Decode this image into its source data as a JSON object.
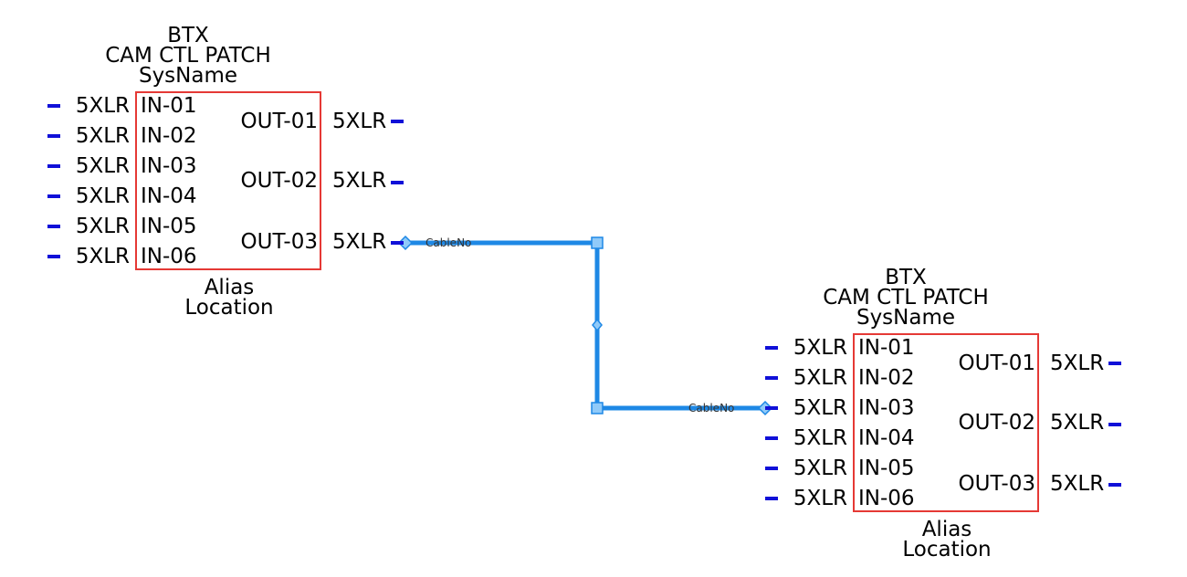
{
  "devices": [
    {
      "id": "device-1",
      "brand": "BTX",
      "model": "CAM CTL PATCH",
      "sysname": "SysName",
      "alias": "Alias",
      "location": "Location",
      "inputs": [
        {
          "label": "IN-01",
          "connector": "5XLR"
        },
        {
          "label": "IN-02",
          "connector": "5XLR"
        },
        {
          "label": "IN-03",
          "connector": "5XLR"
        },
        {
          "label": "IN-04",
          "connector": "5XLR"
        },
        {
          "label": "IN-05",
          "connector": "5XLR"
        },
        {
          "label": "IN-06",
          "connector": "5XLR"
        }
      ],
      "outputs": [
        {
          "label": "OUT-01",
          "connector": "5XLR"
        },
        {
          "label": "OUT-02",
          "connector": "5XLR"
        },
        {
          "label": "OUT-03",
          "connector": "5XLR"
        }
      ]
    },
    {
      "id": "device-2",
      "brand": "BTX",
      "model": "CAM CTL PATCH",
      "sysname": "SysName",
      "alias": "Alias",
      "location": "Location",
      "inputs": [
        {
          "label": "IN-01",
          "connector": "5XLR"
        },
        {
          "label": "IN-02",
          "connector": "5XLR"
        },
        {
          "label": "IN-03",
          "connector": "5XLR"
        },
        {
          "label": "IN-04",
          "connector": "5XLR"
        },
        {
          "label": "IN-05",
          "connector": "5XLR"
        },
        {
          "label": "IN-06",
          "connector": "5XLR"
        }
      ],
      "outputs": [
        {
          "label": "OUT-01",
          "connector": "5XLR"
        },
        {
          "label": "OUT-02",
          "connector": "5XLR"
        },
        {
          "label": "OUT-03",
          "connector": "5XLR"
        }
      ]
    }
  ],
  "cable": {
    "label_start": "CableNo",
    "label_end": "CableNo",
    "color": "#1e88e5",
    "handle_fill": "#90caf9"
  },
  "colors": {
    "device_border": "#e53935",
    "pin": "#1010d8"
  }
}
